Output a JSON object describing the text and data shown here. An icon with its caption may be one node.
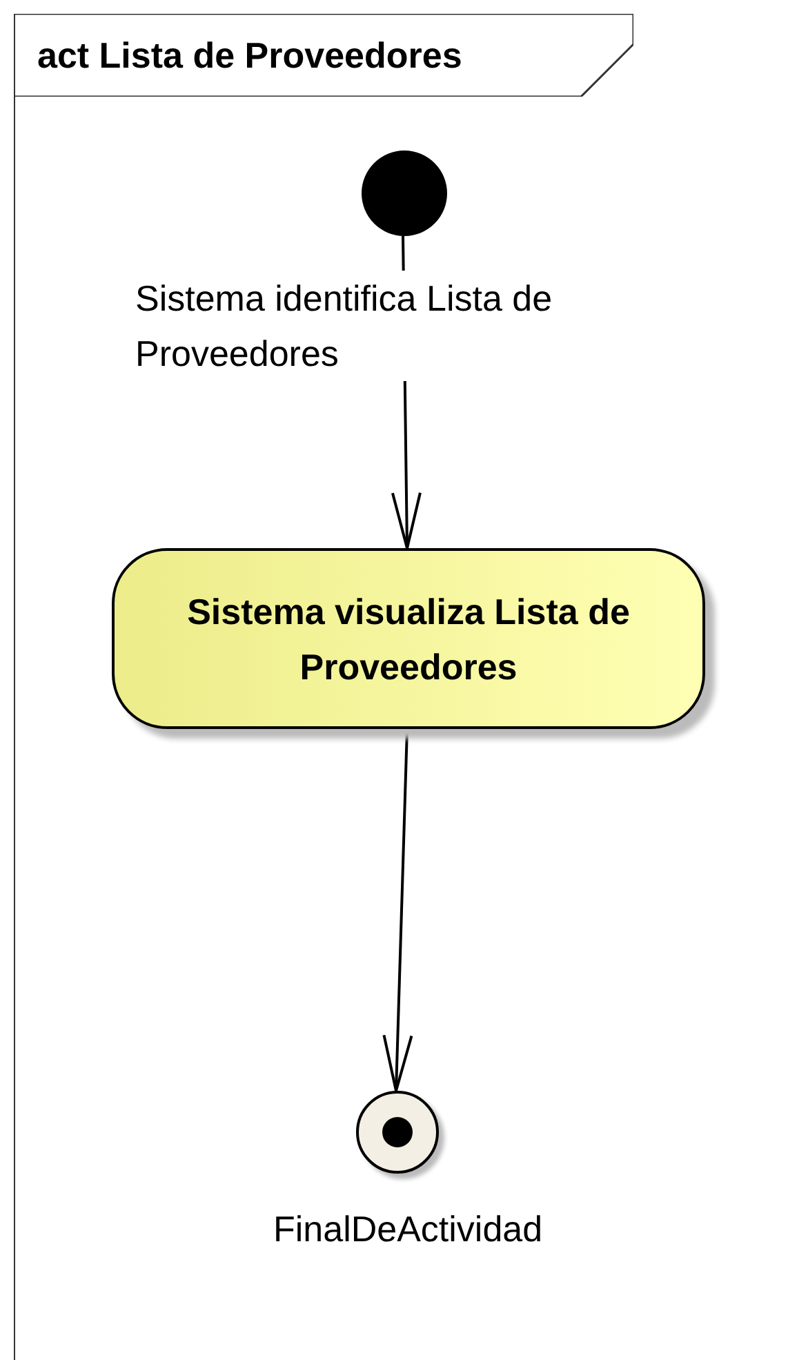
{
  "diagram": {
    "nodes": [
      {
        "text": [
          "act Lista de Proveedores"
        ]
      },
      {
        "text": [],
        "shape": "circle",
        "in": 0
      },
      {
        "text": [
          "Sistema visualiza Lista de Proveedores"
        ],
        "in": 0
      },
      {
        "text": [],
        "shape": "circle",
        "in": 0,
        "beside": [
          "FinalDeActividad"
        ]
      }
    ],
    "edges": [
      {
        "from": 1,
        "to": 2,
        "arrow": "to",
        "label": "Sistema identifica Lista de Proveedores"
      },
      {
        "from": 2,
        "to": 3,
        "arrow": "to"
      }
    ]
  }
}
